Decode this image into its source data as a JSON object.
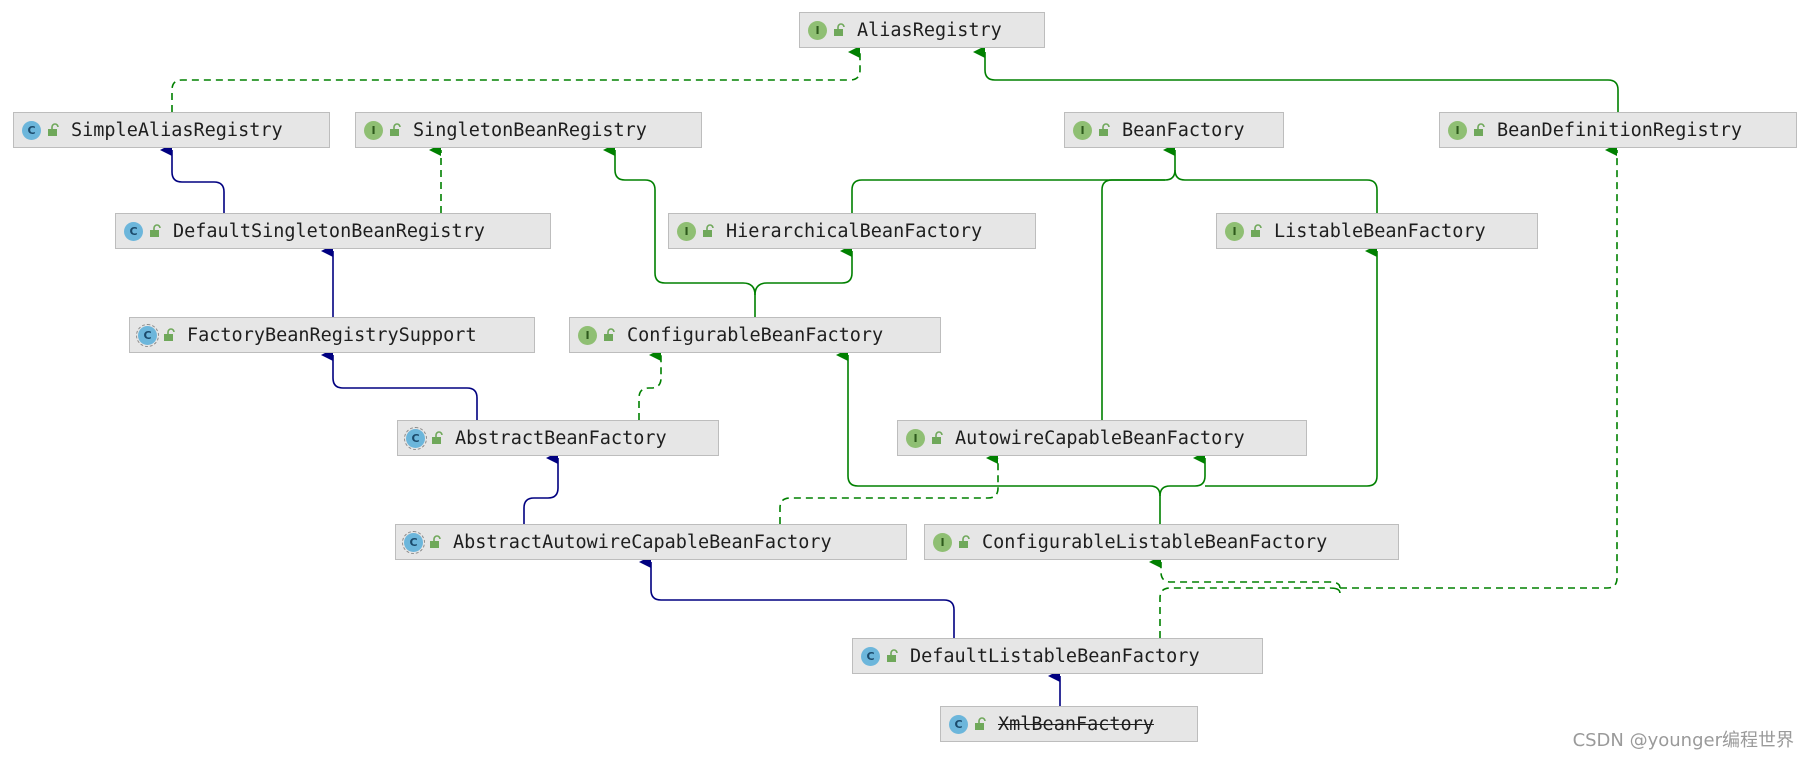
{
  "nodes": {
    "alias_registry": {
      "kind": "I",
      "label": "AliasRegistry"
    },
    "simple_alias_registry": {
      "kind": "C",
      "label": "SimpleAliasRegistry"
    },
    "singleton_bean_registry": {
      "kind": "I",
      "label": "SingletonBeanRegistry"
    },
    "bean_factory": {
      "kind": "I",
      "label": "BeanFactory"
    },
    "bean_definition_registry": {
      "kind": "I",
      "label": "BeanDefinitionRegistry"
    },
    "default_singleton_bean_registry": {
      "kind": "C",
      "label": "DefaultSingletonBeanRegistry"
    },
    "hierarchical_bean_factory": {
      "kind": "I",
      "label": "HierarchicalBeanFactory"
    },
    "listable_bean_factory": {
      "kind": "I",
      "label": "ListableBeanFactory"
    },
    "factory_bean_registry_support": {
      "kind": "C",
      "label": "FactoryBeanRegistrySupport"
    },
    "configurable_bean_factory": {
      "kind": "I",
      "label": "ConfigurableBeanFactory"
    },
    "abstract_bean_factory": {
      "kind": "C",
      "label": "AbstractBeanFactory"
    },
    "autowire_capable_bean_factory": {
      "kind": "I",
      "label": "AutowireCapableBeanFactory"
    },
    "abstract_autowire_capable_bean_factory": {
      "kind": "C",
      "label": "AbstractAutowireCapableBeanFactory"
    },
    "configurable_listable_bean_factory": {
      "kind": "I",
      "label": "ConfigurableListableBeanFactory"
    },
    "default_listable_bean_factory": {
      "kind": "C",
      "label": "DefaultListableBeanFactory"
    },
    "xml_bean_factory": {
      "kind": "C",
      "label": "XmlBeanFactory"
    }
  },
  "watermark": "CSDN @younger编程世界",
  "colors": {
    "extends_class": "#000080",
    "extends_interface": "#008000",
    "implements": "#008000",
    "node_bg": "#e6e6e6",
    "node_border": "#bdbdbd",
    "interface_badge": "#8fbf73",
    "class_badge": "#6cb6db"
  }
}
